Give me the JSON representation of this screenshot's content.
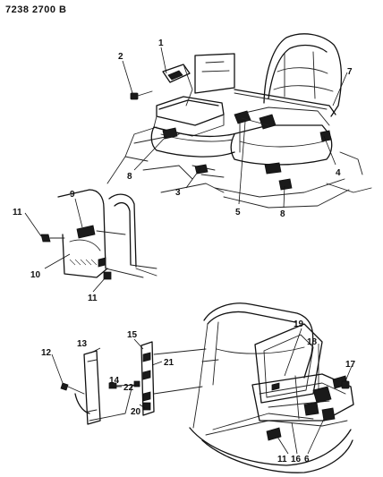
{
  "document_number": "7238 2700 B",
  "callouts": {
    "c1": "1",
    "c2": "2",
    "c3": "3",
    "c4": "4",
    "c5": "5",
    "c6": "6",
    "c7": "7",
    "c8a": "8",
    "c8b": "8",
    "c9": "9",
    "c10": "10",
    "c11a": "11",
    "c11b": "11",
    "c11c": "11",
    "c12": "12",
    "c13": "13",
    "c14": "14",
    "c15": "15",
    "c16": "16",
    "c17": "17",
    "c18": "18",
    "c19": "19",
    "c20": "20",
    "c21": "21",
    "c22": "22"
  }
}
